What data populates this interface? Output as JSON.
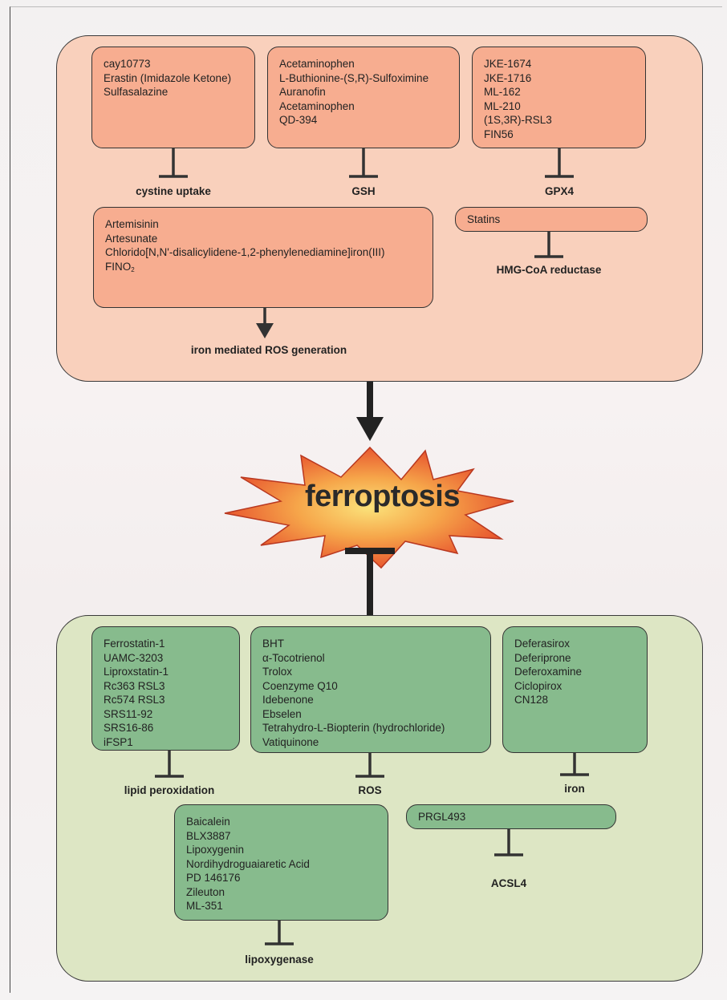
{
  "top_panel": {
    "groups": [
      {
        "items": [
          "cay10773",
          "Erastin (Imidazole Ketone)",
          "Sulfasalazine"
        ],
        "target": "cystine uptake",
        "relation": "inhibits"
      },
      {
        "items": [
          "Acetaminophen",
          "L-Buthionine-(S,R)-Sulfoximine",
          "Auranofin",
          "Acetaminophen",
          "QD-394"
        ],
        "target": "GSH",
        "relation": "inhibits"
      },
      {
        "items": [
          "JKE-1674",
          "JKE-1716",
          "ML-162",
          "ML-210",
          "(1S,3R)-RSL3",
          "FIN56"
        ],
        "target": "GPX4",
        "relation": "inhibits"
      },
      {
        "items": [
          "Artemisinin",
          "Artesunate",
          "Chlorido[N,N'-disalicylidene-1,2-phenylenediamine]iron(III)",
          "FINO"
        ],
        "item4_subscript": "2",
        "target": "iron mediated ROS generation",
        "relation": "promotes"
      },
      {
        "items": [
          "Statins"
        ],
        "target": "HMG-CoA reductase",
        "relation": "inhibits"
      }
    ]
  },
  "center": {
    "label": "ferroptosis"
  },
  "bottom_panel": {
    "groups": [
      {
        "items": [
          "Ferrostatin-1",
          "UAMC-3203",
          "Liproxstatin-1",
          "Rc363 RSL3",
          "Rc574 RSL3",
          "SRS11-92",
          "SRS16-86",
          "iFSP1"
        ],
        "target": "lipid peroxidation",
        "relation": "inhibits"
      },
      {
        "items": [
          "BHT",
          "α-Tocotrienol",
          "Trolox",
          "Coenzyme Q10",
          "Idebenone",
          "Ebselen",
          "Tetrahydro-L-Biopterin (hydrochloride)",
          "Vatiquinone"
        ],
        "target": "ROS",
        "relation": "inhibits"
      },
      {
        "items": [
          "Deferasirox",
          "Deferiprone",
          "Deferoxamine",
          "Ciclopirox",
          "CN128"
        ],
        "target": "iron",
        "relation": "inhibits"
      },
      {
        "items": [
          "PRGL493"
        ],
        "target": "ACSL4",
        "relation": "inhibits"
      },
      {
        "items": [
          "Baicalein",
          "BLX3887",
          "Lipoxygenin",
          "Nordihydroguaiaretic Acid",
          "PD 146176",
          "Zileuton",
          "ML-351"
        ],
        "target": "lipoxygenase",
        "relation": "inhibits"
      }
    ]
  },
  "colors": {
    "top_panel": "#f9d0bc",
    "top_box": "#f7ad90",
    "bottom_panel": "#dde6c4",
    "bottom_box": "#87bb8d",
    "burst_outer": "#e8502a",
    "burst_inner": "#fbd86a"
  }
}
